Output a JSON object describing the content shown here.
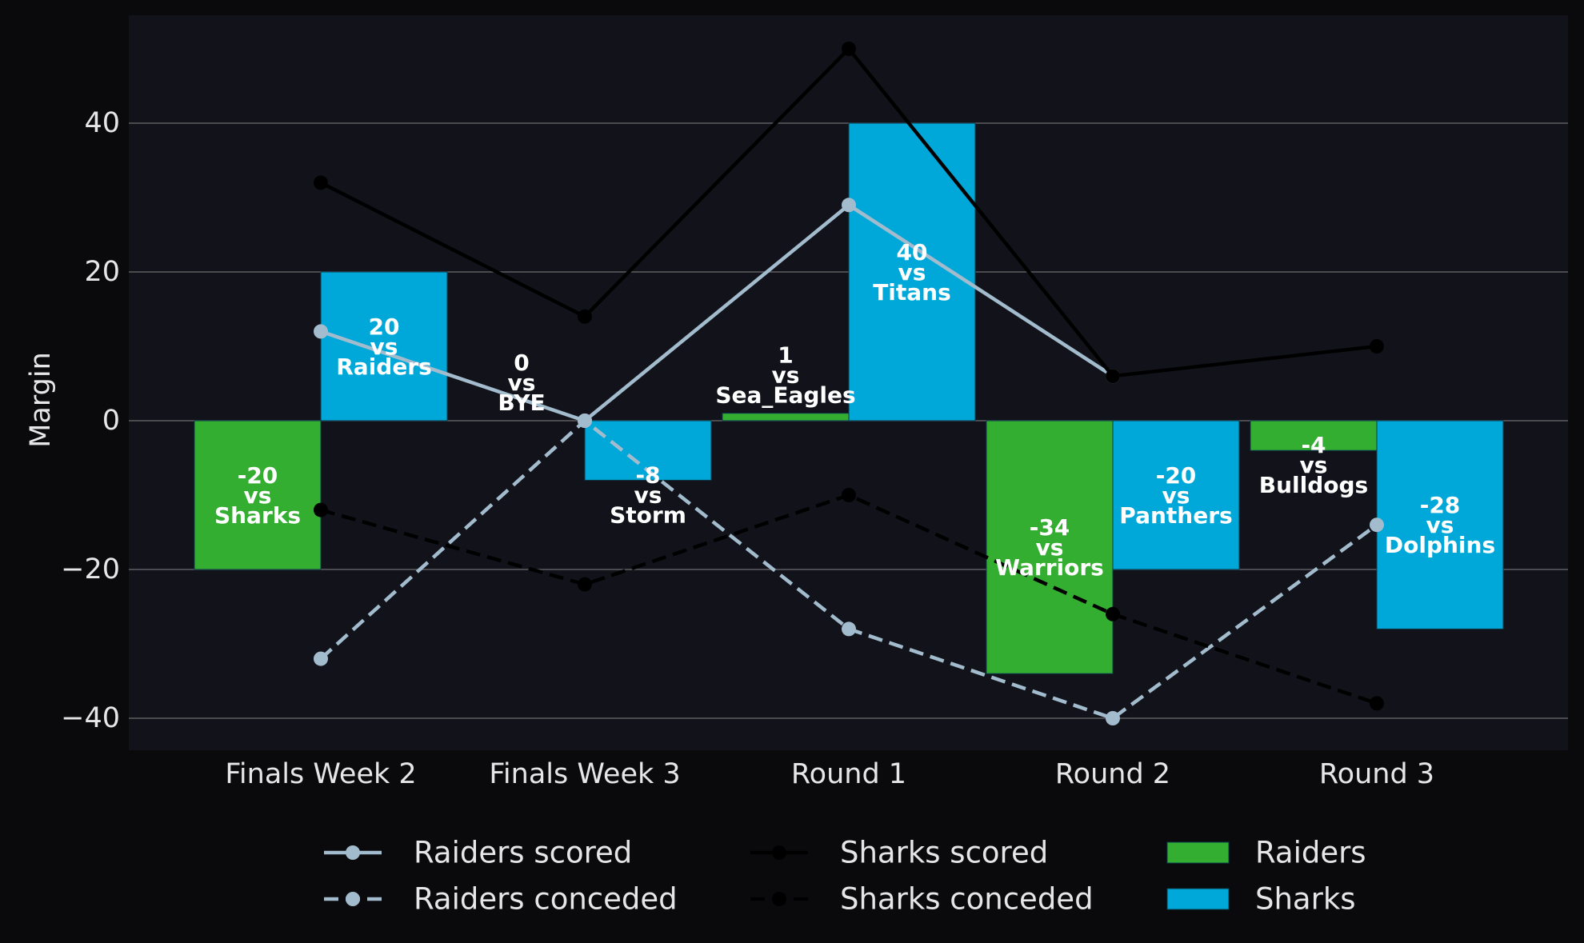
{
  "chart_data": {
    "type": "bar",
    "title": "",
    "xlabel": "",
    "ylabel": "Margin",
    "ylim": [
      -44.5,
      54.5
    ],
    "yticks": [
      -40,
      -20,
      0,
      20,
      40
    ],
    "ytick_labels": [
      "−40",
      "−20",
      "0",
      "20",
      "40"
    ],
    "grid": "horizontal",
    "legend_position": "bottom",
    "categories": [
      "Finals Week 2",
      "Finals Week 3",
      "Round 1",
      "Round 2",
      "Round 3"
    ],
    "bar_series": [
      {
        "name": "Raiders",
        "color": "#34ae30",
        "values": [
          -20,
          0,
          1,
          -34,
          -4
        ],
        "labels": [
          [
            "-20",
            "vs",
            "Sharks"
          ],
          [
            "0",
            "vs",
            "BYE"
          ],
          [
            "1",
            "vs",
            "Sea_Eagles"
          ],
          [
            "-34",
            "vs",
            "Warriors"
          ],
          [
            "-4",
            "vs",
            "Bulldogs"
          ]
        ]
      },
      {
        "name": "Sharks",
        "color": "#00a8d9",
        "values": [
          20,
          -8,
          40,
          -20,
          -28
        ],
        "labels": [
          [
            "20",
            "vs",
            "Raiders"
          ],
          [
            "-8",
            "vs",
            "Storm"
          ],
          [
            "40",
            "vs",
            "Titans"
          ],
          [
            "-20",
            "vs",
            "Panthers"
          ],
          [
            "-28",
            "vs",
            "Dolphins"
          ]
        ]
      }
    ],
    "line_series": [
      {
        "name": "Raiders scored",
        "color": "#a3bccd",
        "style": "solid",
        "values": [
          12,
          0,
          29,
          6,
          null
        ]
      },
      {
        "name": "Raiders conceded",
        "color": "#a3bccd",
        "style": "dashed",
        "values": [
          -32,
          0,
          -28,
          -40,
          -14
        ]
      },
      {
        "name": "Sharks scored",
        "color": "#000000",
        "style": "solid",
        "values": [
          32,
          14,
          50,
          6,
          10
        ]
      },
      {
        "name": "Sharks conceded",
        "color": "#000000",
        "style": "dashed",
        "values": [
          -12,
          -22,
          -10,
          -26,
          -38
        ]
      }
    ],
    "legend": [
      "Raiders scored",
      "Raiders conceded",
      "Sharks scored",
      "Sharks conceded",
      "Raiders",
      "Sharks"
    ]
  }
}
